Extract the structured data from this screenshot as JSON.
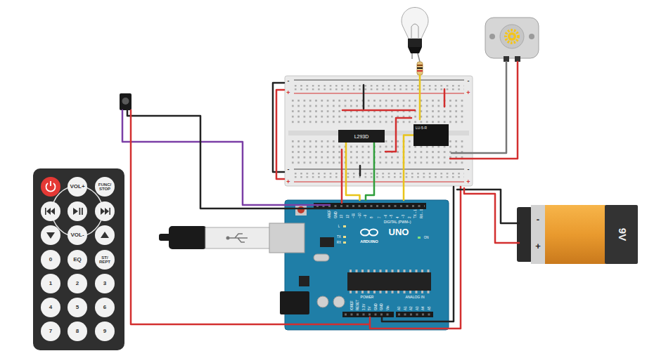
{
  "diagram": {
    "nodes": [
      {
        "text": [
          "L293D"
        ]
      },
      {
        "text": [
          "LU-5-R"
        ]
      },
      {
        "text": [
          "UNO",
          "ARDUINO",
          "DIGITAL (PWM~)",
          "L",
          "TX",
          "RX",
          "ON",
          "POWER",
          "ANALOG IN",
          "AREF",
          "GND",
          "13",
          "12",
          "~11",
          "~10",
          "~9",
          "8",
          "7",
          "~6",
          "~5",
          "4",
          "~3",
          "2",
          "TX→1",
          "RX←0",
          "IOREF",
          "RESET",
          "3.3V",
          "5V",
          "GND",
          "GND",
          "Vin",
          "A0",
          "A1",
          "A2",
          "A3",
          "A4",
          "A5"
        ]
      },
      {
        "text": [
          "9V",
          "-",
          "+"
        ]
      },
      {
        "text": [
          "VOL+"
        ]
      },
      {
        "text": [
          "FUNC/ STOP"
        ]
      },
      {
        "text": [
          "VOL-"
        ]
      },
      {
        "text": [
          "0"
        ]
      },
      {
        "text": [
          "EQ"
        ]
      },
      {
        "text": [
          "ST/ REPT"
        ]
      },
      {
        "text": [
          "1"
        ]
      },
      {
        "text": [
          "2"
        ]
      },
      {
        "text": [
          "3"
        ]
      },
      {
        "text": [
          "4"
        ]
      },
      {
        "text": [
          "5"
        ]
      },
      {
        "text": [
          "6"
        ]
      },
      {
        "text": [
          "7"
        ]
      },
      {
        "text": [
          "8"
        ]
      },
      {
        "text": [
          "9"
        ]
      }
    ],
    "edges": [
      {
        "from": 2,
        "to": 0,
        "arrow": "none"
      },
      {
        "from": 2,
        "to": 0,
        "arrow": "none"
      },
      {
        "from": 2,
        "to": 1,
        "arrow": "none"
      }
    ],
    "labels": [
      "-",
      "+",
      "-",
      "+",
      "-",
      "+",
      "-",
      "+"
    ]
  }
}
